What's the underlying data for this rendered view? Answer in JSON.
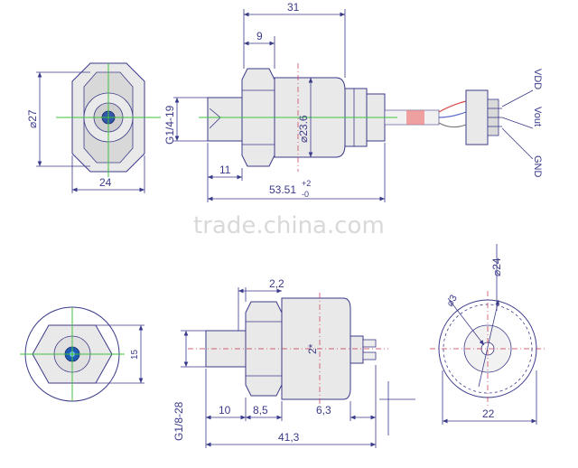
{
  "watermark": "trade.china.com",
  "top": {
    "dims": {
      "d27": "⌀27",
      "w24": "24",
      "thread": "G1/4-19",
      "len11": "11",
      "len9": "9",
      "len31": "31",
      "d23": "⌀23.6",
      "total_main": "53.51",
      "total_sup": "+2",
      "total_sub": "-0"
    },
    "pins": {
      "vdd": "VDD",
      "vout": "Vout",
      "gnd": "GND"
    }
  },
  "bottom": {
    "dims": {
      "h15": "15",
      "len22": "2,2",
      "thread": "G1/8-28",
      "len10": "10",
      "len85": "8,5",
      "len63": "6,3",
      "total": "41,3",
      "d24": "⌀24",
      "d3": "⌀3",
      "d22": "22",
      "note": "2*"
    }
  },
  "colors": {
    "line": "#3a3a8a",
    "center": "#c7304a",
    "green": "#3fc23f"
  }
}
